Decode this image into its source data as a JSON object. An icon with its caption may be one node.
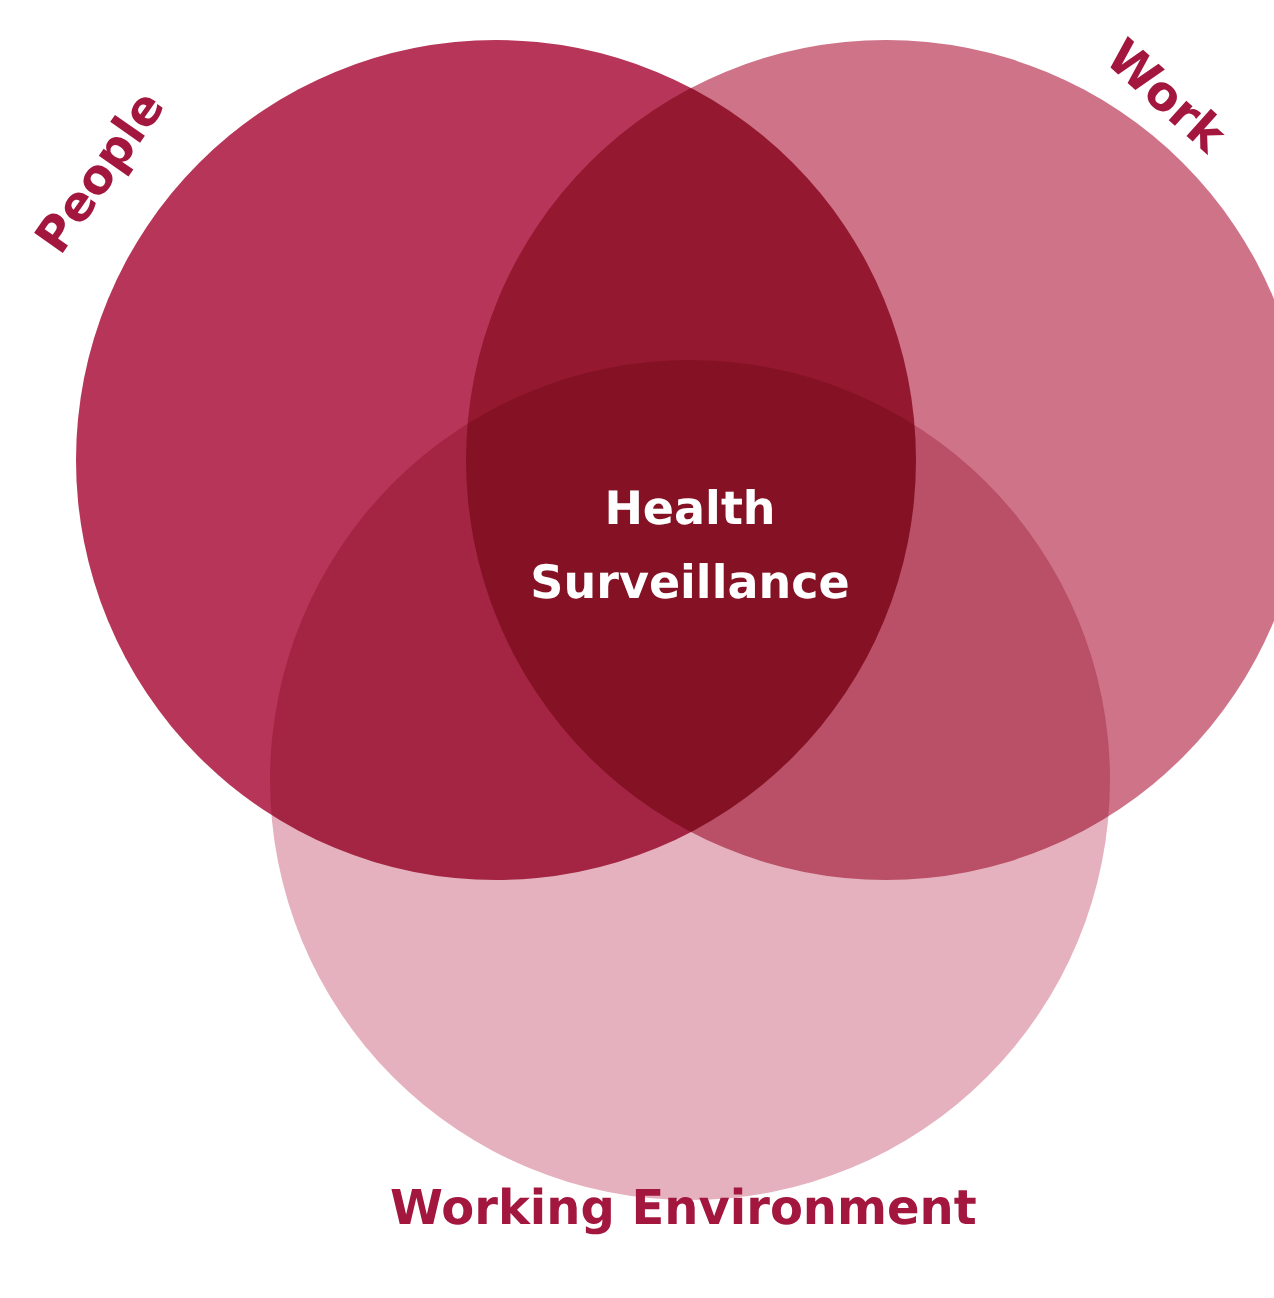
{
  "diagram": {
    "nodes": [
      {
        "text": [
          "People"
        ]
      },
      {
        "text": [
          "Work"
        ]
      },
      {
        "text": [
          "Working Environment"
        ]
      }
    ],
    "labels": [
      "Health Surveillance"
    ]
  }
}
